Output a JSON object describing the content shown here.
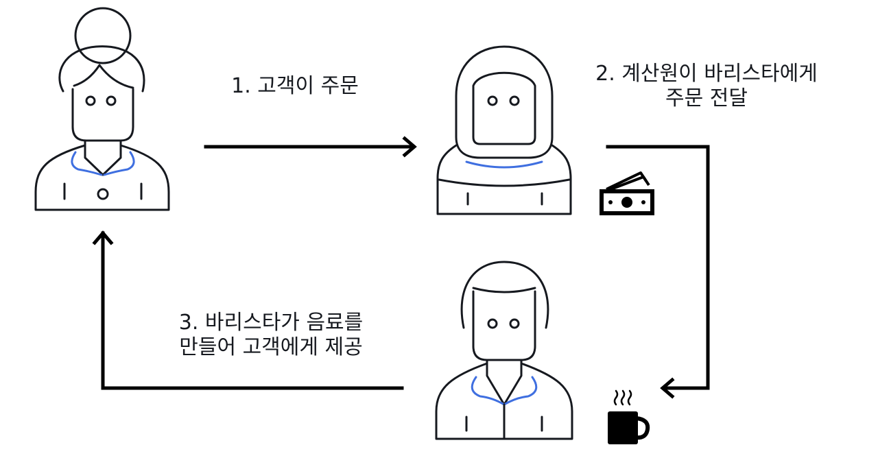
{
  "steps": [
    {
      "id": "step-1",
      "line1": "1. 고객이 주문",
      "line2": ""
    },
    {
      "id": "step-2",
      "line1": "2. 계산원이 바리스타에게",
      "line2": "주문 전달"
    },
    {
      "id": "step-3",
      "line1": "3. 바리스타가 음료를",
      "line2": "만들어 고객에게 제공"
    }
  ],
  "icons": {
    "customer": "customer-icon",
    "cashier": "cashier-icon",
    "barista": "barista-icon",
    "money": "money-icon",
    "coffee": "coffee-cup-icon"
  },
  "colors": {
    "stroke": "#16191f",
    "accent": "#3f6fe0",
    "background": "#ffffff"
  }
}
